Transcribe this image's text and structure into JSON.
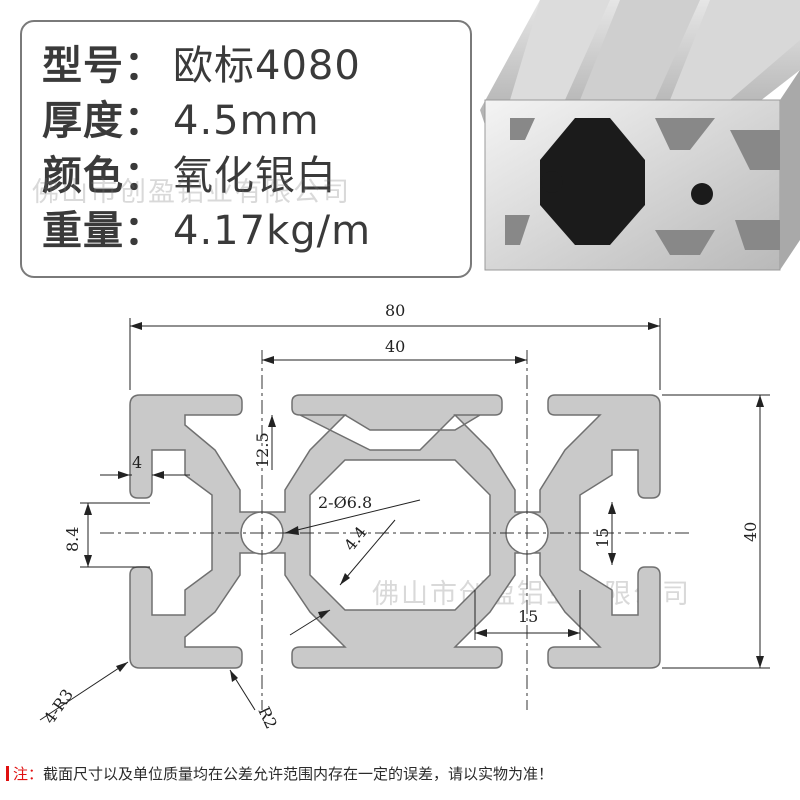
{
  "spec": {
    "model_label": "型号：",
    "model_value": "欧标4080",
    "thickness_label": "厚度：",
    "thickness_value": "4.5mm",
    "color_label": "颜色：",
    "color_value": "氧化银白",
    "weight_label": "重量：",
    "weight_value": "4.17kg/m"
  },
  "watermarks": [
    "佛山市创盈铝业有限公司",
    "佛山市创盈铝业有限公司"
  ],
  "dimensions": {
    "overall_width": "80",
    "hole_spacing": "40",
    "height": "40",
    "slot_depth": "12.5",
    "wall": "4",
    "slot_opening": "8.4",
    "holes": "2-Ø6.8",
    "web": "4.4",
    "inner_height": "15",
    "inner_width": "15",
    "outer_radius": "4-R3",
    "inner_radius": "R2"
  },
  "note": {
    "prefix": "注：",
    "text": "截面尺寸以及单位质量均在公差允许范围内存在一定的误差，请以实物为准！"
  },
  "colors": {
    "profile_fill": "#c9c9c9",
    "profile_stroke": "#707070",
    "note_red": "#e01010"
  }
}
